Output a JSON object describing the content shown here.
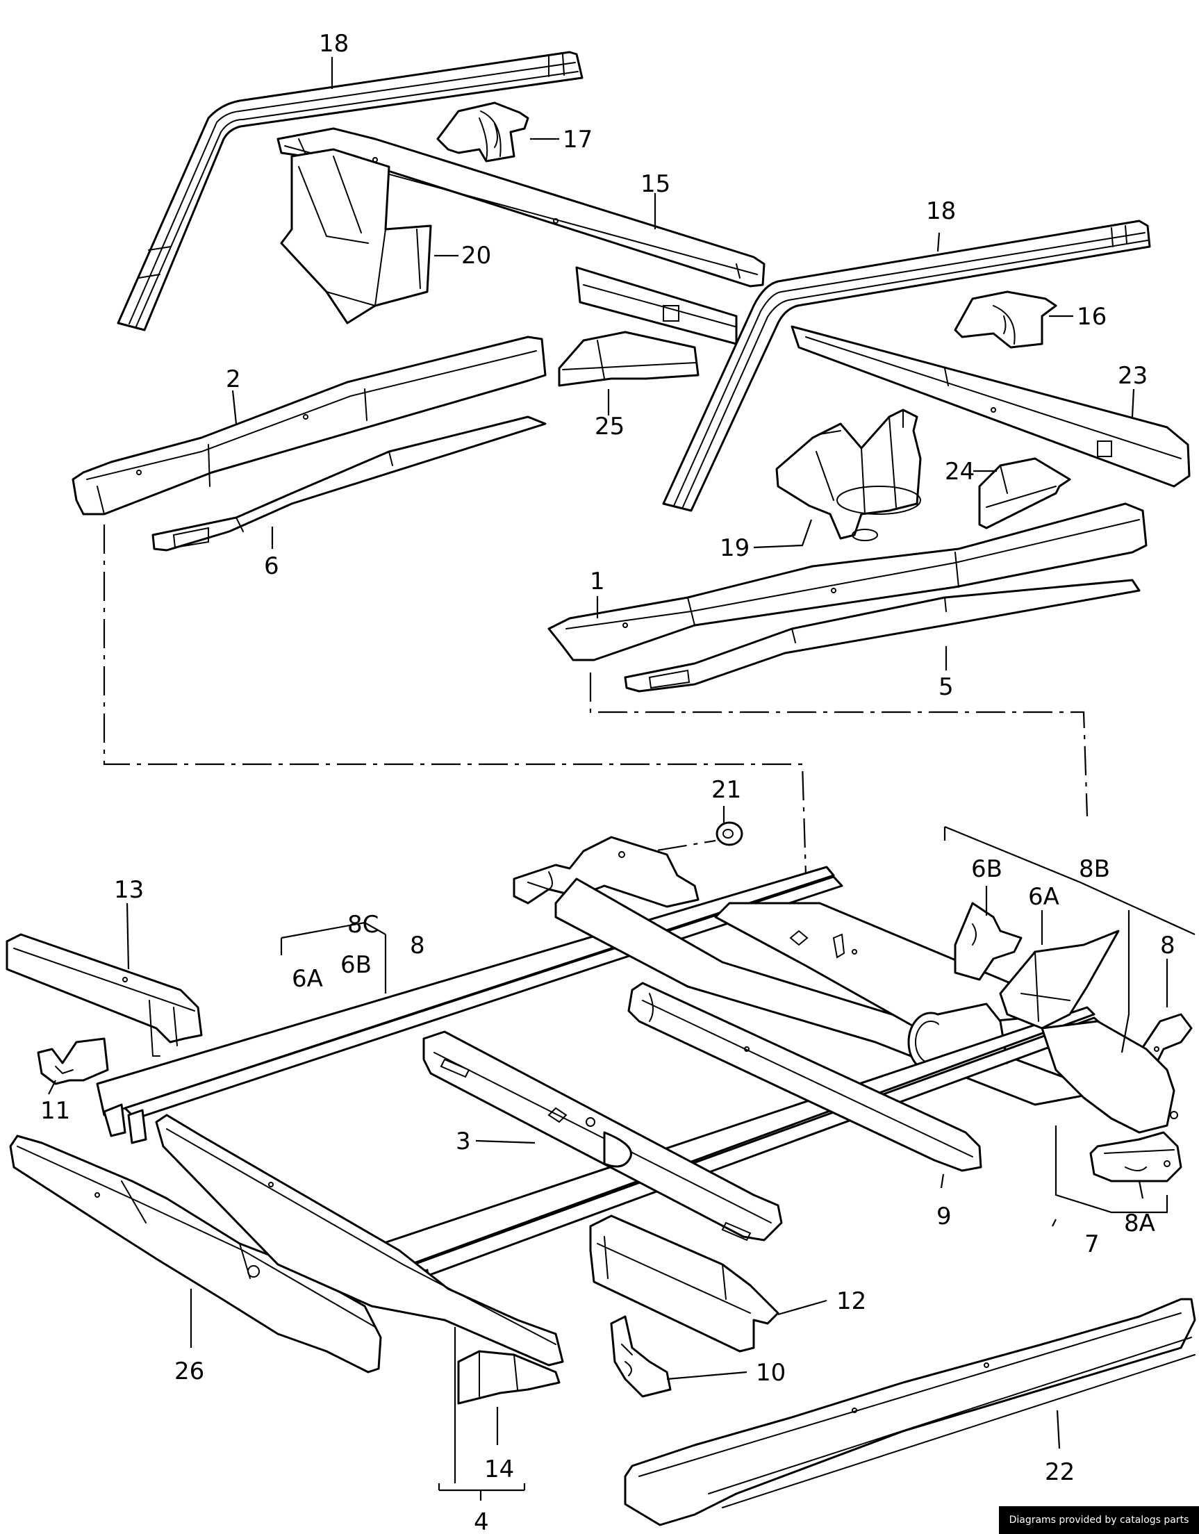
{
  "callouts": [
    {
      "id": "18a",
      "text": "18"
    },
    {
      "id": "17",
      "text": "17"
    },
    {
      "id": "15",
      "text": "15"
    },
    {
      "id": "20",
      "text": "20"
    },
    {
      "id": "18b",
      "text": "18"
    },
    {
      "id": "16",
      "text": "16"
    },
    {
      "id": "2",
      "text": "2"
    },
    {
      "id": "25",
      "text": "25"
    },
    {
      "id": "23",
      "text": "23"
    },
    {
      "id": "24",
      "text": "24"
    },
    {
      "id": "6",
      "text": "6"
    },
    {
      "id": "19",
      "text": "19"
    },
    {
      "id": "1",
      "text": "1"
    },
    {
      "id": "5",
      "text": "5"
    },
    {
      "id": "21",
      "text": "21"
    },
    {
      "id": "13",
      "text": "13"
    },
    {
      "id": "8C",
      "text": "8C"
    },
    {
      "id": "6B_left",
      "text": "6B"
    },
    {
      "id": "8_left",
      "text": "8"
    },
    {
      "id": "6A_left",
      "text": "6A"
    },
    {
      "id": "6B_right",
      "text": "6B"
    },
    {
      "id": "8B",
      "text": "8B"
    },
    {
      "id": "6A_right",
      "text": "6A"
    },
    {
      "id": "8_right",
      "text": "8"
    },
    {
      "id": "11",
      "text": "11"
    },
    {
      "id": "3",
      "text": "3"
    },
    {
      "id": "9",
      "text": "9"
    },
    {
      "id": "8A",
      "text": "8A"
    },
    {
      "id": "7",
      "text": "7"
    },
    {
      "id": "12",
      "text": "12"
    },
    {
      "id": "26",
      "text": "26"
    },
    {
      "id": "10",
      "text": "10"
    },
    {
      "id": "22",
      "text": "22"
    },
    {
      "id": "14",
      "text": "14"
    },
    {
      "id": "4",
      "text": "4"
    }
  ],
  "credit": "Diagrams provided by catalogs parts"
}
